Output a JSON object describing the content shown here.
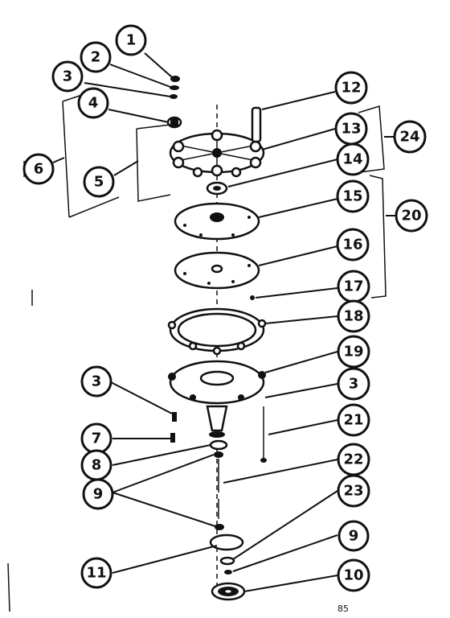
{
  "diagram": {
    "callouts": [
      {
        "id": "c1",
        "label": "1"
      },
      {
        "id": "c2",
        "label": "2"
      },
      {
        "id": "c3a",
        "label": "3"
      },
      {
        "id": "c4",
        "label": "4"
      },
      {
        "id": "c5",
        "label": "5"
      },
      {
        "id": "c6",
        "label": "6"
      },
      {
        "id": "c12",
        "label": "12"
      },
      {
        "id": "c13",
        "label": "13"
      },
      {
        "id": "c24",
        "label": "24"
      },
      {
        "id": "c14",
        "label": "14"
      },
      {
        "id": "c15",
        "label": "15"
      },
      {
        "id": "c20",
        "label": "20"
      },
      {
        "id": "c16",
        "label": "16"
      },
      {
        "id": "c17",
        "label": "17"
      },
      {
        "id": "c18",
        "label": "18"
      },
      {
        "id": "c19",
        "label": "19"
      },
      {
        "id": "c3b",
        "label": "3"
      },
      {
        "id": "c3c",
        "label": "3"
      },
      {
        "id": "c21",
        "label": "21"
      },
      {
        "id": "c7",
        "label": "7"
      },
      {
        "id": "c22",
        "label": "22"
      },
      {
        "id": "c8",
        "label": "8"
      },
      {
        "id": "c9a",
        "label": "9"
      },
      {
        "id": "c23",
        "label": "23"
      },
      {
        "id": "c9b",
        "label": "9"
      },
      {
        "id": "c11",
        "label": "11"
      },
      {
        "id": "c10",
        "label": "10"
      }
    ],
    "footer_code": "85"
  }
}
